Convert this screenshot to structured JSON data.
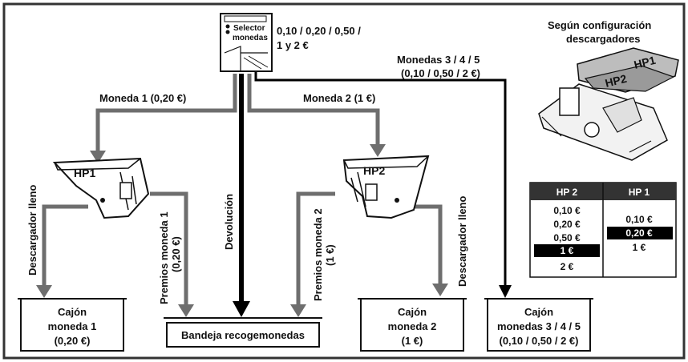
{
  "selector": {
    "line1": "Selector",
    "line2": "monedas"
  },
  "selector_coins": {
    "line1": "0,10 / 0,20 / 0,50 /",
    "line2": "1 y 2 €"
  },
  "config": {
    "line1": "Según configuración",
    "line2": "descargadores",
    "hp1_tag": "HP1",
    "hp2_tag": "HP2"
  },
  "arrows": {
    "moneda1": "Moneda 1 (0,20 €)",
    "moneda2": "Moneda 2 (1 €)",
    "moneda345_line1": "Monedas 3 / 4 / 5",
    "moneda345_line2": "(0,10 / 0,50 / 2 €)",
    "devolucion": "Devolución",
    "premios1_line1": "Premios moneda 1",
    "premios1_line2": "(0,20 €)",
    "premios2_line1": "Premios moneda 2",
    "premios2_line2": "(1 €)",
    "descargador": "Descargador lleno"
  },
  "hoppers": {
    "hp1": "HP1",
    "hp2": "HP2"
  },
  "boxes": {
    "cajon1": {
      "line1": "Cajón",
      "line2": "moneda 1",
      "line3": "(0,20 €)"
    },
    "bandeja": "Bandeja recogemonedas",
    "cajon2": {
      "line1": "Cajón",
      "line2": "moneda 2",
      "line3": "(1 €)"
    },
    "cajon3": {
      "line1": "Cajón",
      "line2": "monedas 3 / 4 / 5",
      "line3": "(0,10 / 0,50 / 2 €)"
    }
  },
  "table": {
    "headers": [
      "HP 2",
      "HP 1"
    ],
    "hp2_values": [
      "0,10 €",
      "0,20 €",
      "0,50 €",
      "1 €",
      "2 €"
    ],
    "hp1_values": [
      "0,10 €",
      "0,20 €",
      "1 €"
    ],
    "highlight_color": "#000000",
    "header_color": "#333333"
  },
  "colors": {
    "arrow_gray": "#6e6e6e",
    "arrow_black": "#000000",
    "frame": "#333333"
  }
}
